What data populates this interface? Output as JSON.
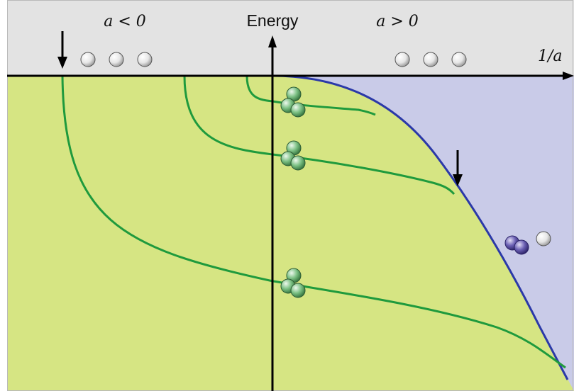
{
  "labels": {
    "energy": "Energy",
    "a_negative": "a < 0",
    "a_positive": "a > 0",
    "inverse_a": "1/a"
  },
  "colors": {
    "header_band": "#e3e3e3",
    "frame": "#b9b9b9",
    "bound_region": "#d6e583",
    "continuum_region": "#c9cbe8",
    "threshold_curve": "#2b39a8",
    "trimer_curve": "#1f9a3d",
    "trimer_sphere": "#5fb36f",
    "dimer_sphere": "#4b3f9c",
    "atom_sphere": "#f2f2f2",
    "axis": "#000000"
  },
  "icons": {
    "free_atoms_left": "three-atoms-icon",
    "free_atoms_right": "three-atoms-icon",
    "trimer": "trimer-cluster-icon",
    "dimer_plus_atom": "dimer-atom-icon",
    "arrow": "down-arrow-icon"
  },
  "efimov_levels": 3
}
